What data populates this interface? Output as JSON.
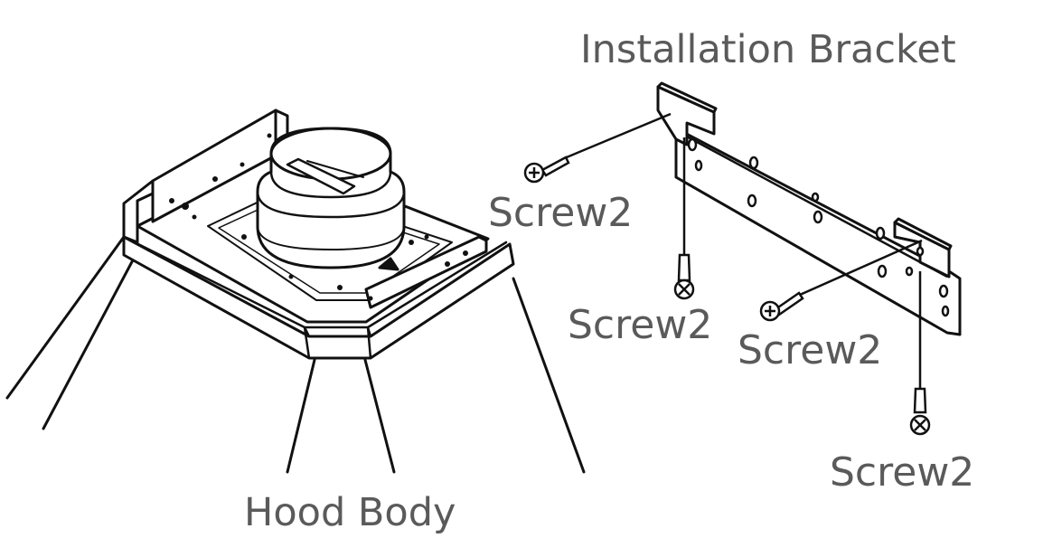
{
  "labels": {
    "installation_bracket": "Installation Bracket",
    "hood_body": "Hood Body",
    "screws": [
      "Screw2",
      "Screw2",
      "Screw2",
      "Screw2"
    ]
  },
  "colors": {
    "line": "#111111",
    "label_text": "#5a5a5a",
    "background": "#ffffff"
  },
  "icons": {
    "screw_head": "phillips-screw-icon"
  }
}
